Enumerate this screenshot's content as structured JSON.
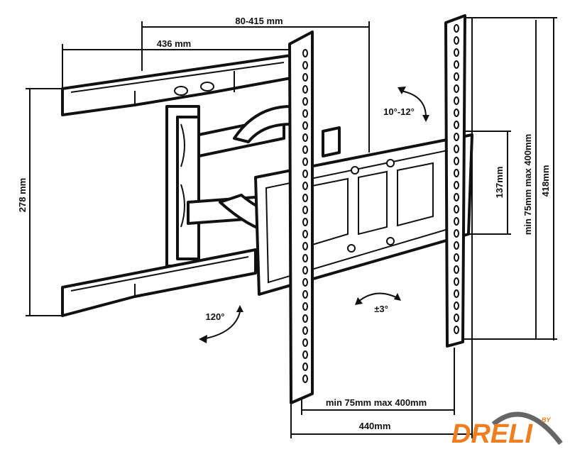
{
  "dimensions": {
    "arm_extension": "80-415 mm",
    "arm_length": "436 mm",
    "wall_plate_height": "278 mm",
    "tilt": "10°-12°",
    "plate_height": "137mm",
    "vesa_vertical": "min 75mm max 400mm",
    "rail_height": "418mm",
    "swivel": "120°",
    "level_adjust": "±3°",
    "vesa_horizontal": "min 75mm max 400mm",
    "plate_width": "440mm"
  },
  "logo": {
    "text": "DRELI",
    "by": "BY",
    "color": "#f07d1e",
    "swoosh_color": "#666666"
  }
}
